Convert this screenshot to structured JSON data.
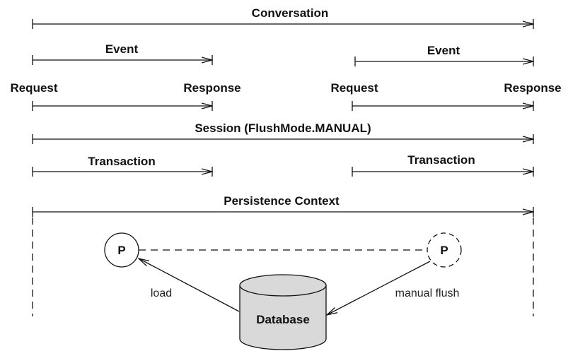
{
  "labels": {
    "conversation": "Conversation",
    "event_1": "Event",
    "event_2": "Event",
    "request_1": "Request",
    "response_1": "Response",
    "request_2": "Request",
    "response_2": "Response",
    "session": "Session (FlushMode.MANUAL)",
    "transaction_1": "Transaction",
    "transaction_2": "Transaction",
    "persistence_context": "Persistence Context",
    "entity_loaded": "P",
    "entity_dirty": "P",
    "load": "load",
    "manual_flush": "manual flush",
    "database": "Database"
  },
  "colors": {
    "database_fill": "#d9d9d9",
    "stroke": "#111111"
  }
}
